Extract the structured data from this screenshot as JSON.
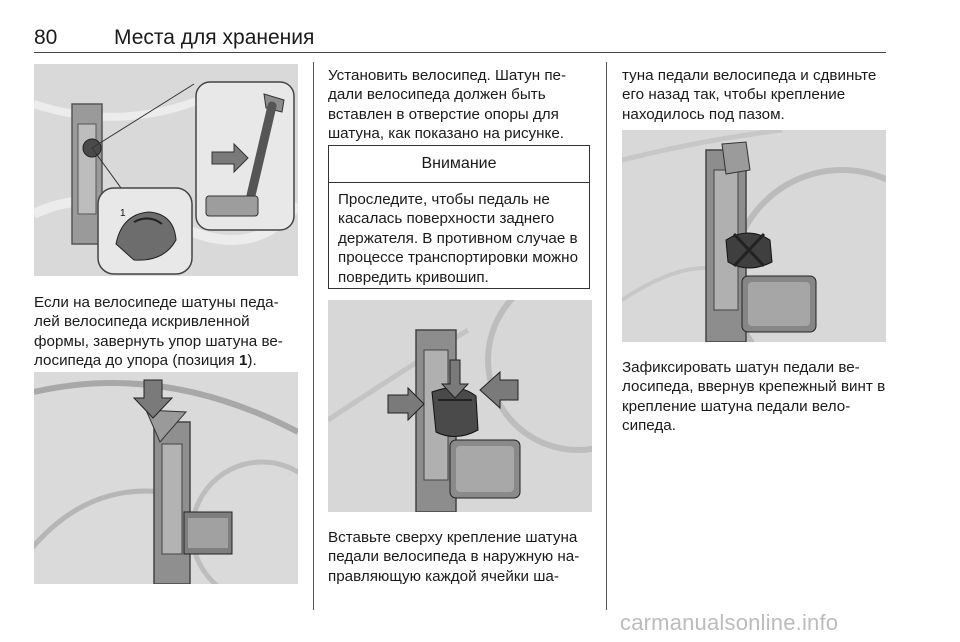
{
  "header": {
    "page_number": "80",
    "section_title": "Места для хранения"
  },
  "column1": {
    "para1": "Если на велосипеде шатуны педа-лей велосипеда искривленной формы, завернуть упор шатуна ве-лосипеда до упора (позиция ",
    "para1_bold": "1",
    "para1_end": ")."
  },
  "column2": {
    "para1": "Установить велосипед. Шатун пе-дали велосипеда должен быть вставлен в отверстие опоры для шатуна, как показано на рисунке.",
    "notice": {
      "title": "Внимание",
      "body": "Проследите, чтобы педаль не касалась поверхности заднего держателя. В противном случае в процессе транспортировки можно повредить кривошип."
    },
    "para2": "Вставьте сверху крепление шатуна педали велосипеда в наружную на-правляющую каждой ячейки ша-"
  },
  "column3": {
    "para1": "туна педали велосипеда и сдвиньте его назад так, чтобы крепление находилось под пазом.",
    "para2": "Зафиксировать шатун педали ве-лосипеда, ввернув крепежный винт в крепление шатуна педали вело-сипеда."
  },
  "watermark": "carmanualsonline.info",
  "colors": {
    "figure_bg": "#dcdcdc",
    "text": "#1a1a1a",
    "arrow_fill": "#7a7a7a",
    "watermark": "#bcbcbc"
  }
}
